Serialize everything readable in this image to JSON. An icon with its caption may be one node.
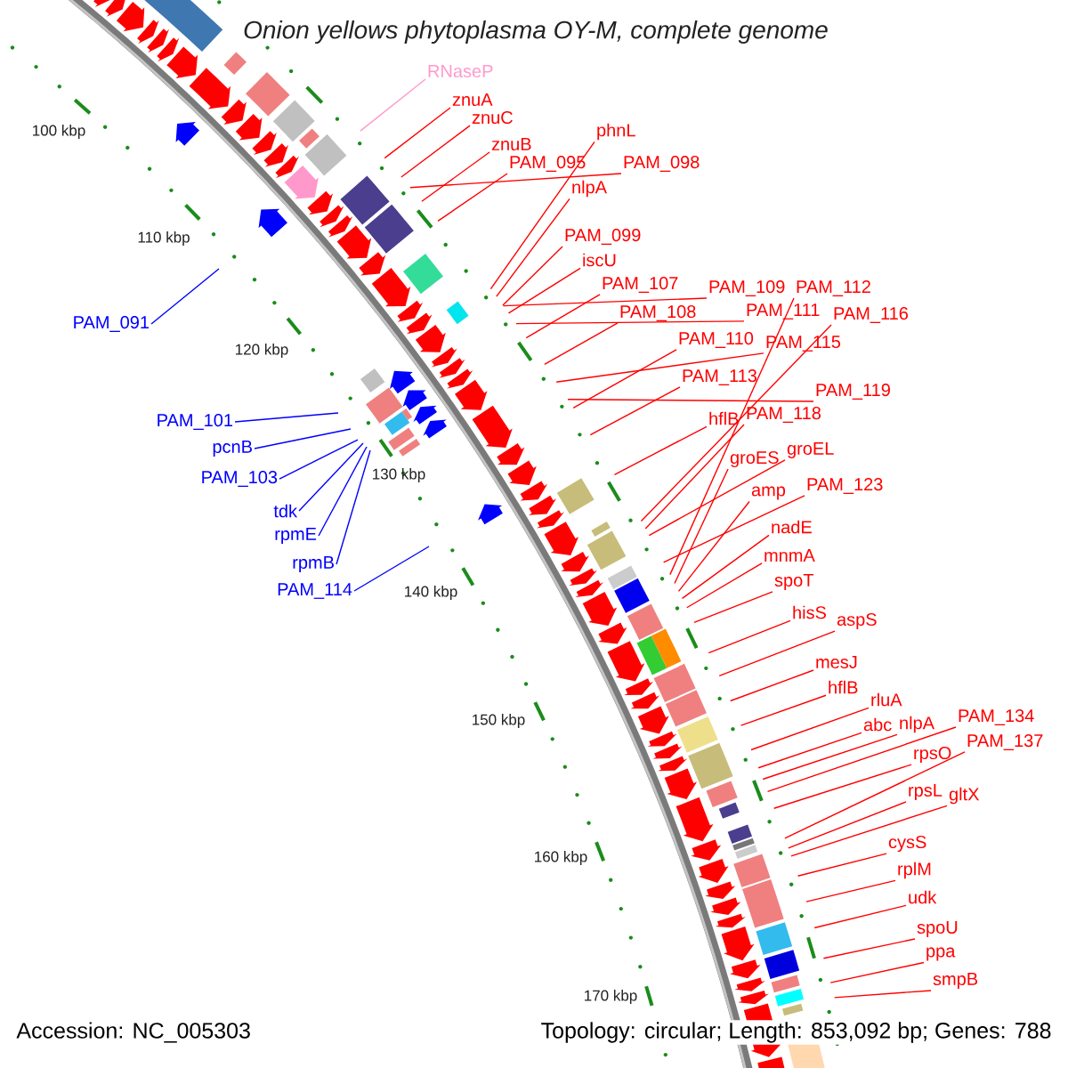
{
  "diagram": {
    "title": "Onion yellows phytoplasma OY-M, complete genome",
    "nodes": [
      {
        "text": [
          "RNaseP"
        ]
      },
      {
        "text": [
          "znuA"
        ]
      },
      {
        "text": [
          "znuC"
        ]
      },
      {
        "text": [
          "znuB"
        ]
      },
      {
        "text": [
          "PAM_095"
        ]
      },
      {
        "text": [
          "phnL"
        ]
      },
      {
        "text": [
          "PAM_098"
        ]
      },
      {
        "text": [
          "nlpA"
        ]
      },
      {
        "text": [
          "PAM_099"
        ]
      },
      {
        "text": [
          "iscU"
        ]
      },
      {
        "text": [
          "PAM_107"
        ]
      },
      {
        "text": [
          "PAM_108"
        ]
      },
      {
        "text": [
          "PAM_109"
        ]
      },
      {
        "text": [
          "PAM_112"
        ]
      },
      {
        "text": [
          "PAM_111"
        ]
      },
      {
        "text": [
          "PAM_116"
        ]
      },
      {
        "text": [
          "PAM_110"
        ]
      },
      {
        "text": [
          "PAM_115"
        ]
      },
      {
        "text": [
          "PAM_113"
        ]
      },
      {
        "text": [
          "PAM_119"
        ]
      },
      {
        "text": [
          "PAM_118"
        ]
      },
      {
        "text": [
          "hflB"
        ]
      },
      {
        "text": [
          "groES"
        ]
      },
      {
        "text": [
          "groEL"
        ]
      },
      {
        "text": [
          "amp"
        ]
      },
      {
        "text": [
          "PAM_123"
        ]
      },
      {
        "text": [
          "nadE"
        ]
      },
      {
        "text": [
          "mnmA"
        ]
      },
      {
        "text": [
          "spoT"
        ]
      },
      {
        "text": [
          "hisS"
        ]
      },
      {
        "text": [
          "aspS"
        ]
      },
      {
        "text": [
          "mesJ"
        ]
      },
      {
        "text": [
          "hflB"
        ]
      },
      {
        "text": [
          "rluA"
        ]
      },
      {
        "text": [
          "abc"
        ]
      },
      {
        "text": [
          "nlpA"
        ]
      },
      {
        "text": [
          "PAM_134"
        ]
      },
      {
        "text": [
          "PAM_137"
        ]
      },
      {
        "text": [
          "rpsO"
        ]
      },
      {
        "text": [
          "rpsL"
        ]
      },
      {
        "text": [
          "gltX"
        ]
      },
      {
        "text": [
          "cysS"
        ]
      },
      {
        "text": [
          "rplM"
        ]
      },
      {
        "text": [
          "udk"
        ]
      },
      {
        "text": [
          "spoU"
        ]
      },
      {
        "text": [
          "ppa"
        ]
      },
      {
        "text": [
          "smpB"
        ]
      },
      {
        "text": [
          "PAM_091"
        ]
      },
      {
        "text": [
          "PAM_101"
        ]
      },
      {
        "text": [
          "pcnB"
        ]
      },
      {
        "text": [
          "PAM_103"
        ]
      },
      {
        "text": [
          "tdk"
        ]
      },
      {
        "text": [
          "rpmE"
        ]
      },
      {
        "text": [
          "rpmB"
        ]
      },
      {
        "text": [
          "PAM_114"
        ]
      }
    ],
    "edges": [
      {
        "from": 0,
        "to": null,
        "arrow": "none",
        "color": "#ff99cc"
      },
      {
        "from": 1,
        "to": null,
        "arrow": "none"
      },
      {
        "from": 2,
        "to": null,
        "arrow": "none"
      },
      {
        "from": 3,
        "to": null,
        "arrow": "none"
      },
      {
        "from": 4,
        "to": null,
        "arrow": "none"
      },
      {
        "from": 5,
        "to": null,
        "arrow": "none"
      },
      {
        "from": 6,
        "to": null,
        "arrow": "none"
      },
      {
        "from": 7,
        "to": null,
        "arrow": "none"
      },
      {
        "from": 8,
        "to": null,
        "arrow": "none"
      },
      {
        "from": 9,
        "to": null,
        "arrow": "none"
      },
      {
        "from": 10,
        "to": null,
        "arrow": "none"
      },
      {
        "from": 11,
        "to": null,
        "arrow": "none"
      },
      {
        "from": 12,
        "to": null,
        "arrow": "none"
      },
      {
        "from": 13,
        "to": null,
        "arrow": "none"
      },
      {
        "from": 14,
        "to": null,
        "arrow": "none"
      },
      {
        "from": 15,
        "to": null,
        "arrow": "none"
      },
      {
        "from": 16,
        "to": null,
        "arrow": "none"
      },
      {
        "from": 17,
        "to": null,
        "arrow": "none"
      },
      {
        "from": 18,
        "to": null,
        "arrow": "none"
      },
      {
        "from": 19,
        "to": null,
        "arrow": "none"
      },
      {
        "from": 20,
        "to": null,
        "arrow": "none"
      },
      {
        "from": 21,
        "to": null,
        "arrow": "none"
      },
      {
        "from": 22,
        "to": null,
        "arrow": "none"
      },
      {
        "from": 23,
        "to": null,
        "arrow": "none"
      },
      {
        "from": 24,
        "to": null,
        "arrow": "none"
      },
      {
        "from": 25,
        "to": null,
        "arrow": "none"
      },
      {
        "from": 26,
        "to": null,
        "arrow": "none"
      },
      {
        "from": 27,
        "to": null,
        "arrow": "none"
      },
      {
        "from": 28,
        "to": null,
        "arrow": "none"
      },
      {
        "from": 29,
        "to": null,
        "arrow": "none"
      },
      {
        "from": 30,
        "to": null,
        "arrow": "none"
      },
      {
        "from": 31,
        "to": null,
        "arrow": "none"
      },
      {
        "from": 32,
        "to": null,
        "arrow": "none"
      },
      {
        "from": 33,
        "to": null,
        "arrow": "none"
      },
      {
        "from": 34,
        "to": null,
        "arrow": "none"
      },
      {
        "from": 35,
        "to": null,
        "arrow": "none"
      },
      {
        "from": 36,
        "to": null,
        "arrow": "none"
      },
      {
        "from": 37,
        "to": null,
        "arrow": "none"
      },
      {
        "from": 38,
        "to": null,
        "arrow": "none"
      },
      {
        "from": 39,
        "to": null,
        "arrow": "none"
      },
      {
        "from": 40,
        "to": null,
        "arrow": "none"
      },
      {
        "from": 41,
        "to": null,
        "arrow": "none"
      },
      {
        "from": 42,
        "to": null,
        "arrow": "none"
      },
      {
        "from": 43,
        "to": null,
        "arrow": "none"
      },
      {
        "from": 44,
        "to": null,
        "arrow": "none"
      },
      {
        "from": 45,
        "to": null,
        "arrow": "none"
      },
      {
        "from": 46,
        "to": null,
        "arrow": "none"
      },
      {
        "from": 47,
        "to": null,
        "arrow": "none",
        "color": "#0000ff"
      },
      {
        "from": 48,
        "to": null,
        "arrow": "none",
        "color": "#0000ff"
      },
      {
        "from": 49,
        "to": null,
        "arrow": "none",
        "color": "#0000ff"
      },
      {
        "from": 50,
        "to": null,
        "arrow": "none",
        "color": "#0000ff"
      },
      {
        "from": 51,
        "to": null,
        "arrow": "none",
        "color": "#0000ff"
      },
      {
        "from": 52,
        "to": null,
        "arrow": "none",
        "color": "#0000ff"
      },
      {
        "from": 53,
        "to": null,
        "arrow": "none",
        "color": "#0000ff"
      },
      {
        "from": 54,
        "to": null,
        "arrow": "none",
        "color": "#0000ff"
      }
    ],
    "labels": [
      "100 kbp",
      "110 kbp",
      "120 kbp",
      "130 kbp",
      "140 kbp",
      "150 kbp",
      "160 kbp",
      "170 kbp",
      "Accession: NC_005303",
      "Topology: circular; Length: 853,092 bp; Genes: 788"
    ]
  }
}
